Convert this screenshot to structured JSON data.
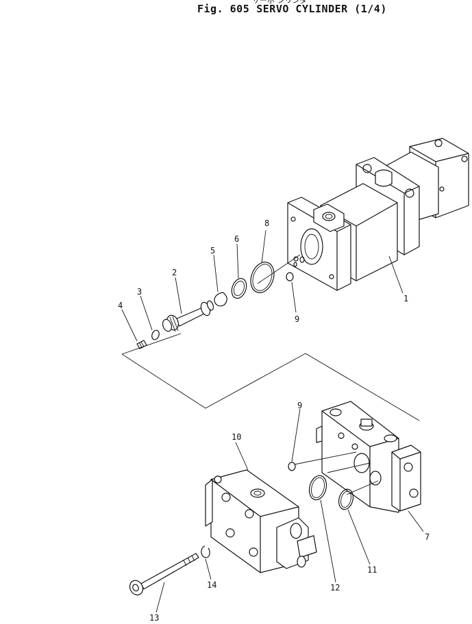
{
  "header": {
    "figure_label": "Fig. 605",
    "title": "SERVO CYLINDER (1/4)",
    "japanese_title": "サーボ シリンダ"
  },
  "callouts": {
    "c1": "1",
    "c2": "2",
    "c3": "3",
    "c4": "4",
    "c5": "5",
    "c6": "6",
    "c7": "7",
    "c8": "8",
    "c9a": "9",
    "c9b": "9",
    "c10": "10",
    "c11": "11",
    "c12": "12",
    "c13": "13",
    "c14": "14"
  }
}
